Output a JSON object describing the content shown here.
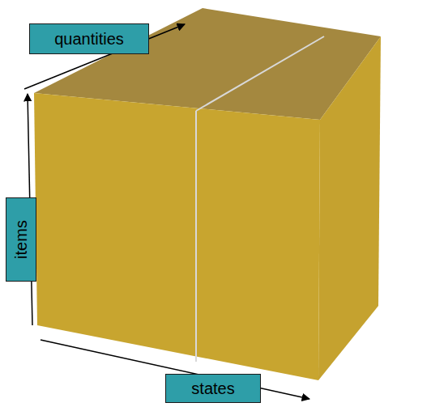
{
  "diagram": {
    "nodes": [
      {
        "text": [
          "quantities"
        ]
      },
      {
        "text": [
          "items"
        ]
      },
      {
        "text": [
          "states"
        ]
      }
    ]
  }
}
